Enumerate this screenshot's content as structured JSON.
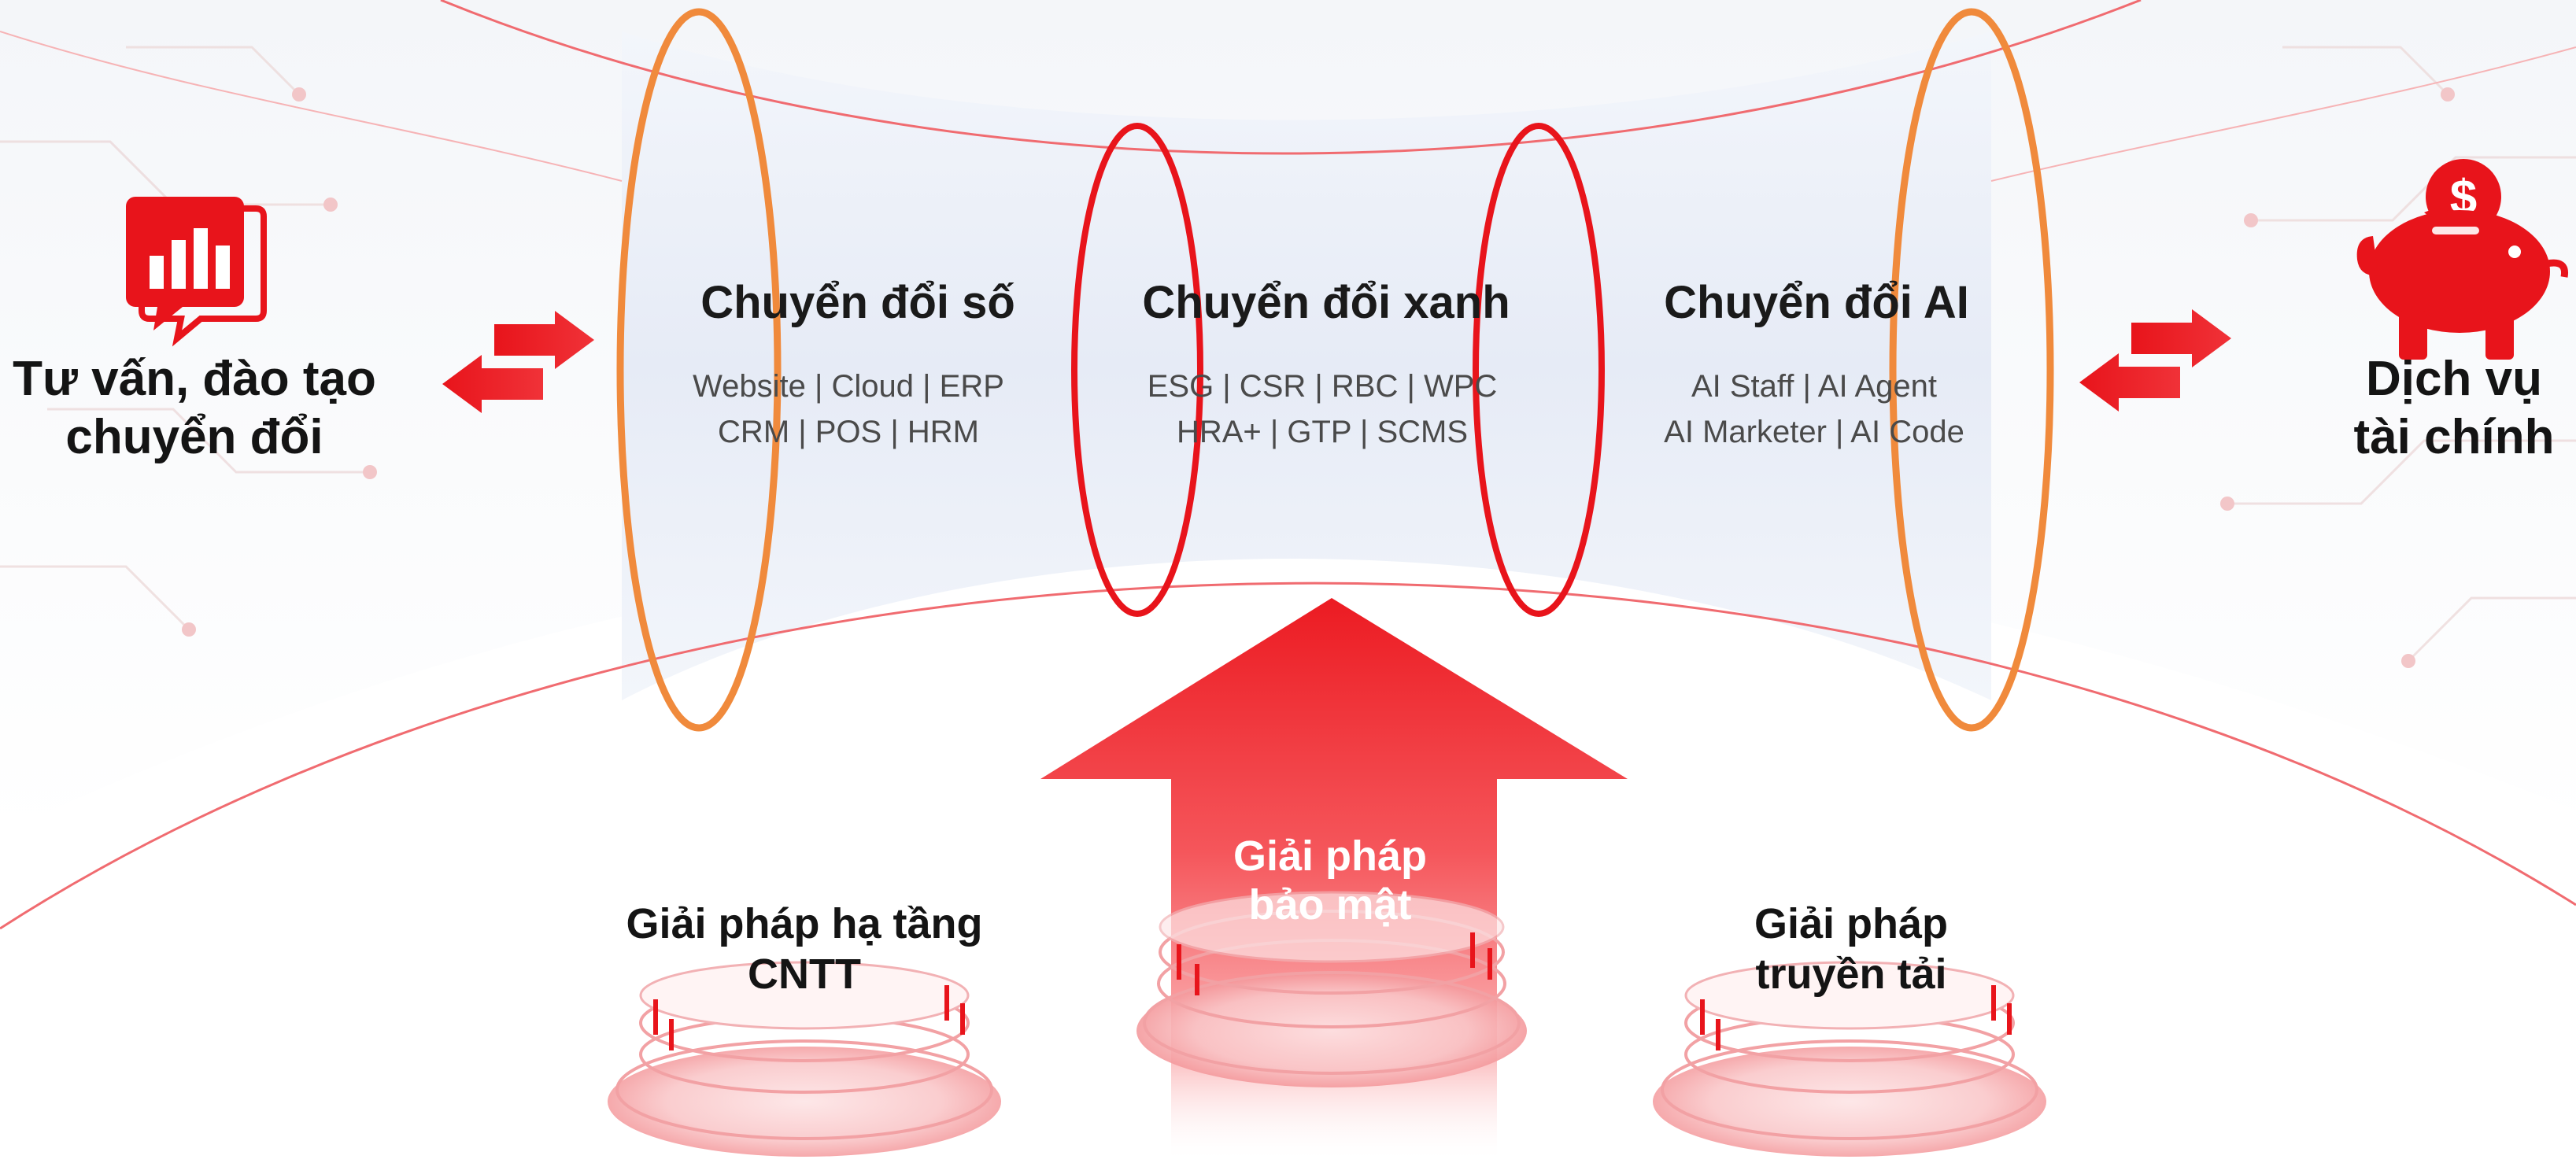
{
  "colors": {
    "brand_red": "#e8141b",
    "ring_orange": "#f08a3c",
    "band_fill": "#e9eef8",
    "text_dark": "#141414",
    "text_muted": "#4a4a4a"
  },
  "left_service": {
    "icon": "chat-bar-chart-icon",
    "title_line1": "Tư vấn, đào tạo",
    "title_line2": "chuyển đổi"
  },
  "right_service": {
    "icon": "piggy-bank-dollar-icon",
    "title_line1": "Dịch vụ",
    "title_line2": "tài chính"
  },
  "stages": [
    {
      "title": "Chuyển đổi số",
      "items_line1": "Website | Cloud | ERP",
      "items_line2": "CRM | POS | HRM"
    },
    {
      "title": "Chuyển đổi xanh",
      "items_line1": "ESG | CSR | RBC | WPC",
      "items_line2": "HRA+ | GTP | SCMS"
    },
    {
      "title": "Chuyển đổi AI",
      "items_line1": "AI Staff | AI Agent",
      "items_line2": "AI Marketer | AI Code"
    }
  ],
  "foundation": {
    "arrow_line1": "Giải pháp",
    "arrow_line2": "bảo mật",
    "left_line1": "Giải pháp hạ tầng",
    "left_line2": "CNTT",
    "right_line1": "Giải pháp",
    "right_line2": "truyền tải"
  }
}
